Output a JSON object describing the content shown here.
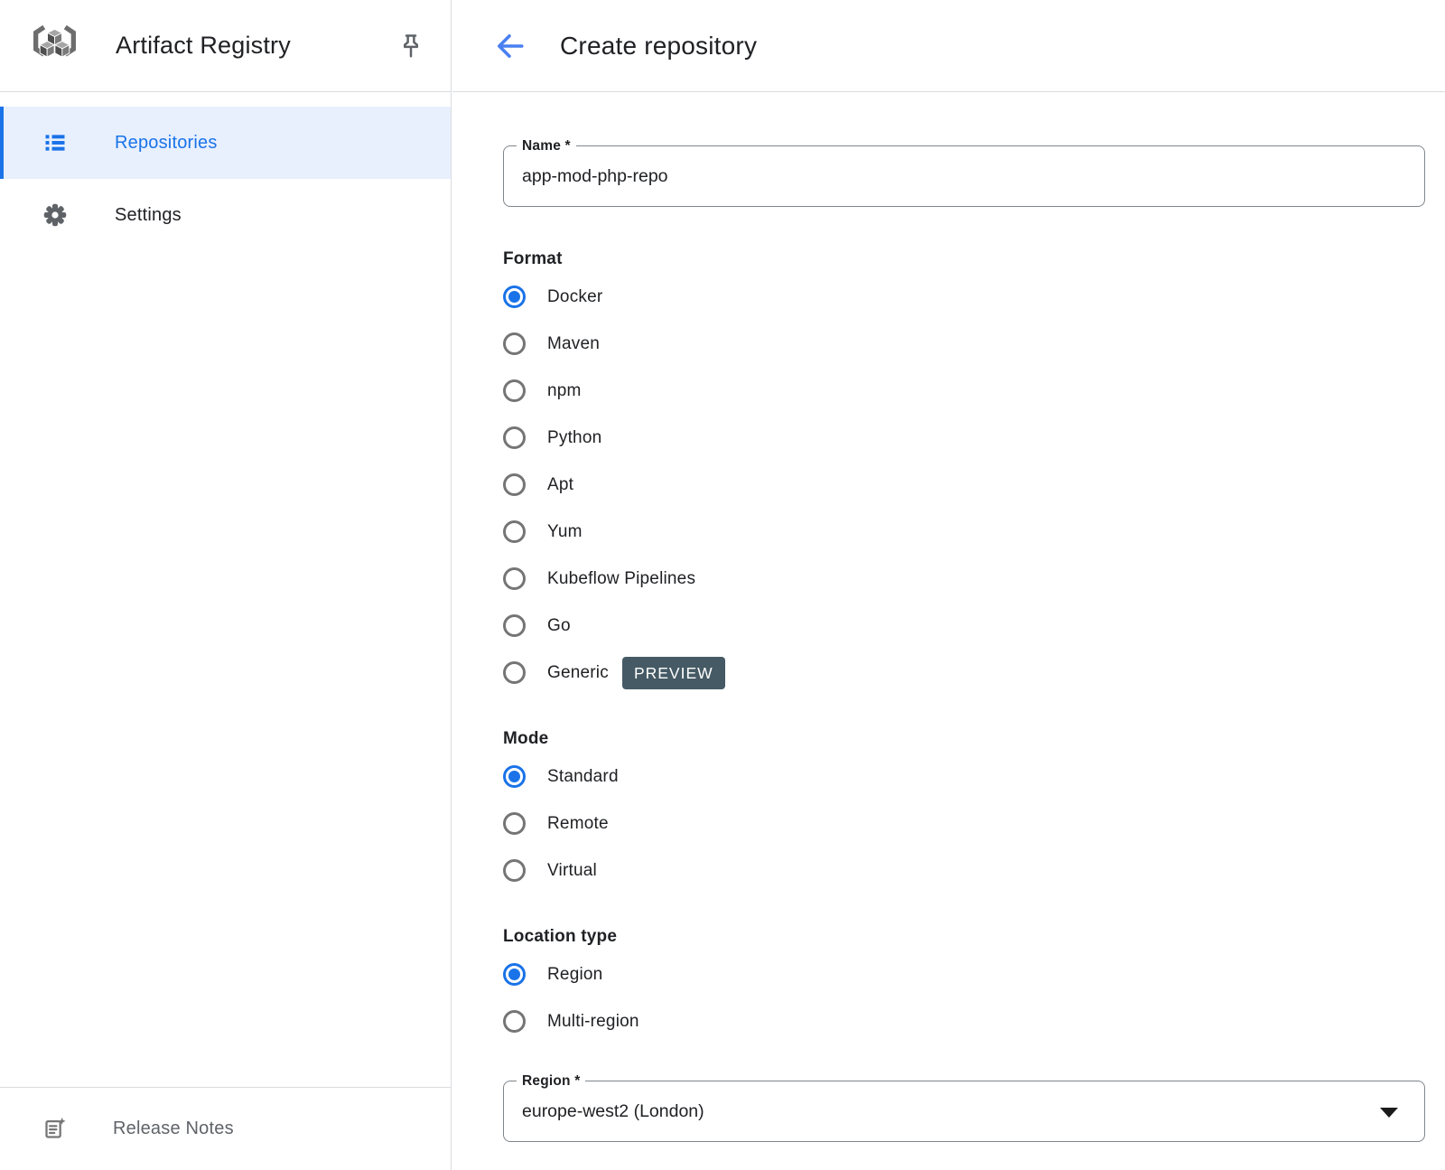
{
  "colors": {
    "accent_blue": "#1a73e8",
    "selected_nav_background": "#e8f0fe",
    "back_arrow_blue": "#4285f4",
    "preview_badge_background": "#455a64",
    "divider_gray": "#dadce0",
    "field_border_gray": "#80868b",
    "text_primary": "#202124",
    "text_muted": "#5f6368",
    "radio_unselected_gray": "#757575"
  },
  "icons": {
    "logo": "artifact-registry-logo",
    "pin": "pin-icon",
    "repositories": "list-icon",
    "settings": "gear-icon",
    "release_notes": "release-notes-icon",
    "back": "back-arrow-icon",
    "dropdown": "dropdown-arrow-icon"
  },
  "sidebar": {
    "app_title": "Artifact Registry",
    "nav_items": [
      {
        "label": "Repositories",
        "selected": true
      },
      {
        "label": "Settings",
        "selected": false
      }
    ],
    "release_notes": {
      "label": "Release Notes"
    }
  },
  "header": {
    "title": "Create repository"
  },
  "form": {
    "name_field": {
      "label": "Name *",
      "value": "app-mod-php-repo"
    },
    "format": {
      "title": "Format",
      "options": [
        {
          "label": "Docker",
          "selected": true
        },
        {
          "label": "Maven"
        },
        {
          "label": "npm"
        },
        {
          "label": "Python"
        },
        {
          "label": "Apt"
        },
        {
          "label": "Yum"
        },
        {
          "label": "Kubeflow Pipelines"
        },
        {
          "label": "Go"
        },
        {
          "label": "Generic",
          "badge": "PREVIEW"
        }
      ]
    },
    "mode": {
      "title": "Mode",
      "options": [
        {
          "label": "Standard",
          "selected": true
        },
        {
          "label": "Remote"
        },
        {
          "label": "Virtual"
        }
      ]
    },
    "location_type": {
      "title": "Location type",
      "options": [
        {
          "label": "Region",
          "selected": true
        },
        {
          "label": "Multi-region"
        }
      ]
    },
    "region_field": {
      "label": "Region *",
      "value": "europe-west2 (London)"
    }
  }
}
